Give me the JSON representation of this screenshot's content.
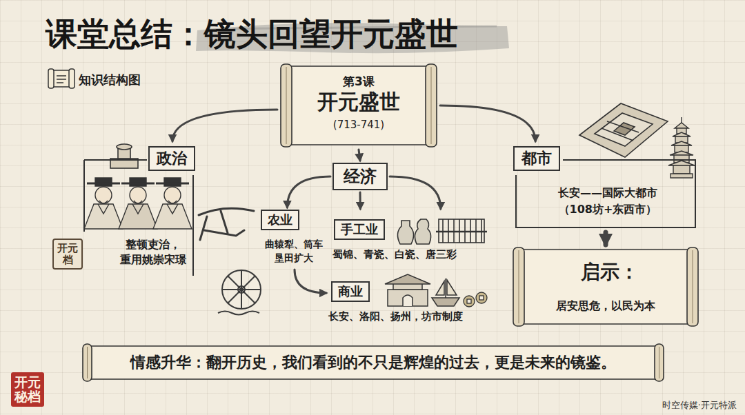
{
  "diagram": {
    "title": "课堂总结：镜头回望开元盛世",
    "nodes": [
      {
        "text": [
          "第3课",
          "开元盛世",
          "(713-741)"
        ]
      },
      {
        "text": [
          "政治",
          "整顿吏治，重用姚崇宋璟"
        ]
      },
      {
        "text": [
          "经济"
        ]
      },
      {
        "text": [
          "都市",
          "长安——国际大都市 （108坊+东西市）"
        ]
      },
      {
        "text": [
          "农业",
          "曲辕犁、筒车 垦田扩大"
        ]
      },
      {
        "text": [
          "手工业",
          "蜀锦、青瓷、白瓷、唐三彩"
        ]
      },
      {
        "text": [
          "商业",
          "长安、洛阳、扬州，坊市制度"
        ]
      },
      {
        "text": [
          "启示：",
          "居安思危，以民为本"
        ]
      },
      {
        "text": [
          "情感升华：翻开历史，我们看到的不只是辉煌的过去，更是未来的镜鉴。"
        ]
      }
    ],
    "edges": [
      {
        "from": 0,
        "to": 1,
        "arrow": "to"
      },
      {
        "from": 0,
        "to": 2,
        "arrow": "to"
      },
      {
        "from": 0,
        "to": 3,
        "arrow": "to"
      },
      {
        "from": 2,
        "to": 4,
        "arrow": "to"
      },
      {
        "from": 2,
        "to": 5,
        "arrow": "to"
      },
      {
        "from": 2,
        "to": 5,
        "arrow": "to"
      },
      {
        "from": 4,
        "to": 6,
        "arrow": "to"
      },
      {
        "from": 3,
        "to": 7,
        "arrow": "to"
      }
    ],
    "labels": [
      "知识结构图",
      "开元档",
      "开元秘档",
      "时空传媒·开元特派"
    ]
  }
}
